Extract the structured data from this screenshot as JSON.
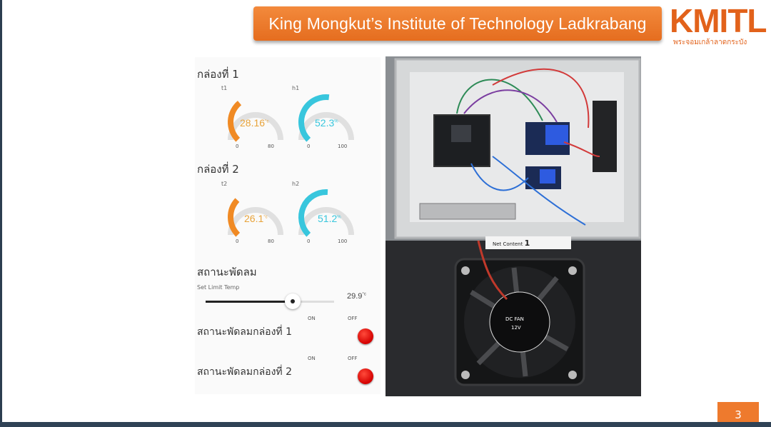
{
  "header": {
    "title": "King Mongkut’s Institute of Technology Ladkrabang",
    "logo_text": "KMITL",
    "logo_subtitle": "พระจอมเกล้าลาดกระบัง"
  },
  "box1": {
    "title": "กล่องที่ 1",
    "temp": {
      "label": "t1",
      "value": "28.16",
      "unit": "°c",
      "min": "0",
      "max": "80",
      "fraction": 0.352,
      "color": "#f08a24"
    },
    "humid": {
      "label": "h1",
      "value": "52.3",
      "unit": "%",
      "min": "0",
      "max": "100",
      "fraction": 0.523,
      "color": "#38c6dd"
    }
  },
  "box2": {
    "title": "กล่องที่ 2",
    "temp": {
      "label": "t2",
      "value": "26.1",
      "unit": "°c",
      "min": "0",
      "max": "80",
      "fraction": 0.326,
      "color": "#f08a24"
    },
    "humid": {
      "label": "h2",
      "value": "51.2",
      "unit": "%",
      "min": "0",
      "max": "100",
      "fraction": 0.512,
      "color": "#38c6dd"
    }
  },
  "fan": {
    "section_title": "สถานะพัดลม",
    "slider_label": "Set Limit Temp",
    "slider_value": "29.9",
    "slider_unit": "°c",
    "slider_fraction": 0.68,
    "fan1": {
      "label": "สถานะพัดลมกล่องที่ 1",
      "on": "ON",
      "off": "OFF"
    },
    "fan2": {
      "label": "สถานะพัดลมกล่องที่ 2",
      "on": "ON",
      "off": "OFF"
    }
  },
  "photo": {
    "fan_label": "DC FAN",
    "fan_voltage": "12V",
    "net_content": "Net Content",
    "net_count": "1"
  },
  "page_number": "3",
  "colors": {
    "accent": "#ee7a2d",
    "temp": "#f08a24",
    "humid": "#38c6dd",
    "off": "#e00000"
  }
}
